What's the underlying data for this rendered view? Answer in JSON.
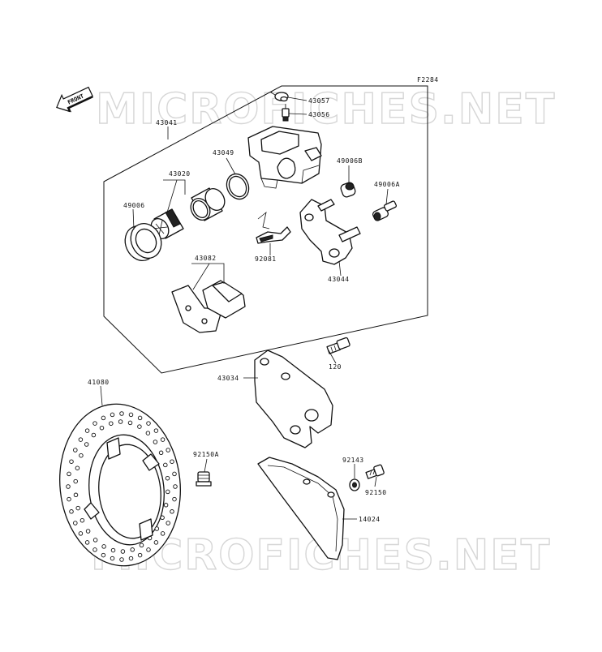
{
  "figure_code": "F2284",
  "front_arrow_label": "FRONT",
  "watermark": "MICROFICHES.NET",
  "callouts": {
    "p43057": "43057",
    "p43056": "43056",
    "p43041": "43041",
    "p43049": "43049",
    "p43020": "43020",
    "p49006B": "49006B",
    "p49006A": "49006A",
    "p49006": "49006",
    "p92081": "92081",
    "p43082": "43082",
    "p43044": "43044",
    "p120": "120",
    "p43034": "43034",
    "p41080": "41080",
    "p92150A": "92150A",
    "p92143": "92143",
    "p92150": "92150",
    "p14024": "14024"
  }
}
